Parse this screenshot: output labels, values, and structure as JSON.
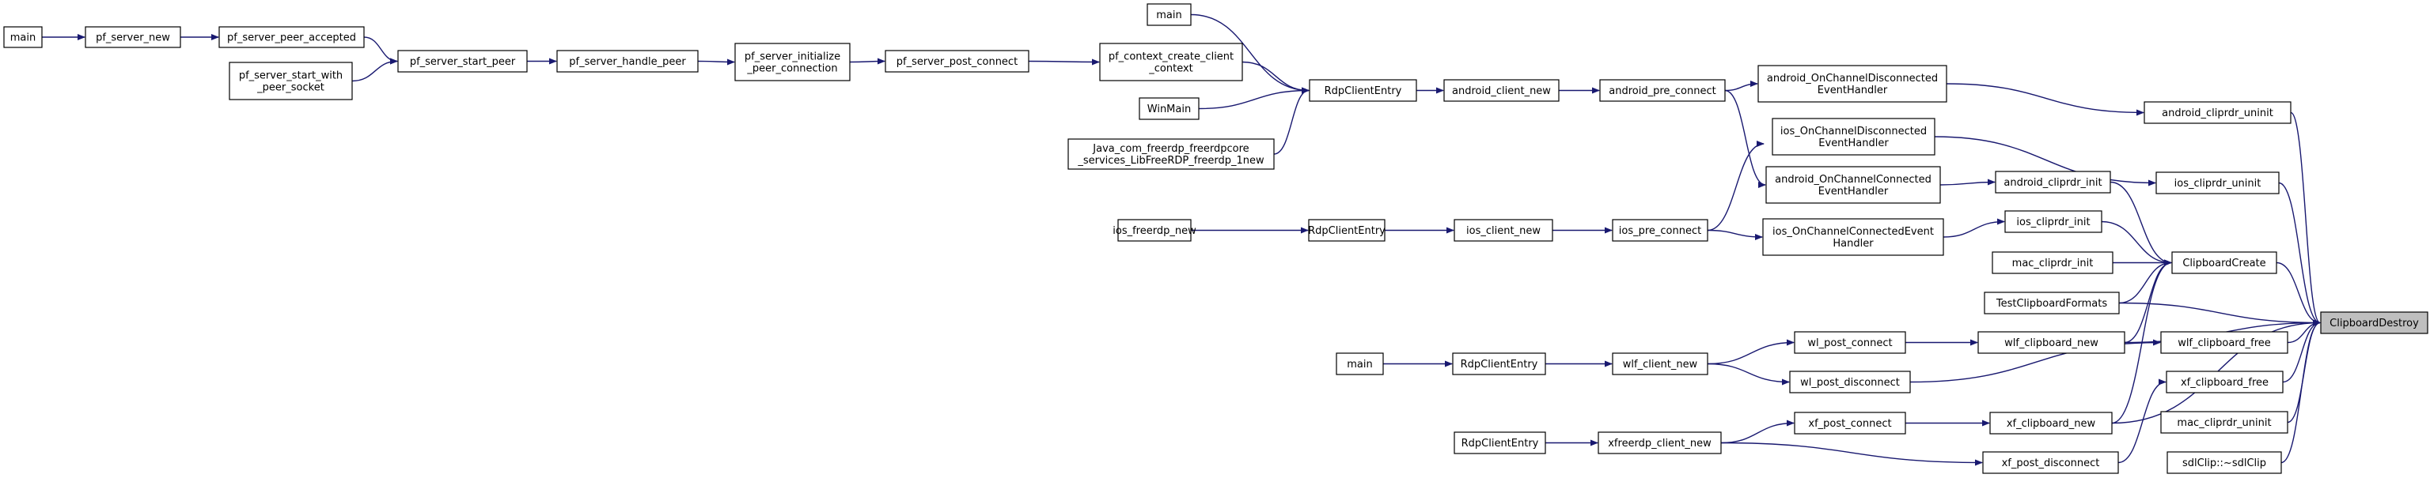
{
  "diagram": {
    "edge_color": "#191970",
    "highlight_fill": "#bfbfbf",
    "arrow_style": "filled-triangle",
    "nodes": [
      {
        "id": "n1",
        "lines": [
          "main"
        ]
      },
      {
        "id": "n2",
        "lines": [
          "pf_server_new"
        ]
      },
      {
        "id": "n3",
        "lines": [
          "pf_server_peer_accepted"
        ]
      },
      {
        "id": "n4",
        "lines": [
          "pf_server_start_with",
          "_peer_socket"
        ]
      },
      {
        "id": "n5",
        "lines": [
          "pf_server_start_peer"
        ]
      },
      {
        "id": "n6",
        "lines": [
          "pf_server_handle_peer"
        ]
      },
      {
        "id": "n7",
        "lines": [
          "pf_server_initialize",
          "_peer_connection"
        ]
      },
      {
        "id": "n8",
        "lines": [
          "pf_server_post_connect"
        ]
      },
      {
        "id": "n9",
        "lines": [
          "pf_context_create_client",
          "_context"
        ]
      },
      {
        "id": "n10",
        "lines": [
          "main"
        ]
      },
      {
        "id": "n11",
        "lines": [
          "WinMain"
        ]
      },
      {
        "id": "n12",
        "lines": [
          "Java_com_freerdp_freerdpcore",
          "_services_LibFreeRDP_freerdp_1new"
        ]
      },
      {
        "id": "n13",
        "lines": [
          "RdpClientEntry"
        ]
      },
      {
        "id": "n14",
        "lines": [
          "android_client_new"
        ]
      },
      {
        "id": "n15",
        "lines": [
          "android_pre_connect"
        ]
      },
      {
        "id": "n16",
        "lines": [
          "android_OnChannelDisconnected",
          "EventHandler"
        ]
      },
      {
        "id": "n17",
        "lines": [
          "ios_OnChannelDisconnected",
          "EventHandler"
        ]
      },
      {
        "id": "n18",
        "lines": [
          "android_OnChannelConnected",
          "EventHandler"
        ]
      },
      {
        "id": "n19",
        "lines": [
          "ios_freerdp_new"
        ]
      },
      {
        "id": "n20",
        "lines": [
          "RdpClientEntry"
        ]
      },
      {
        "id": "n21",
        "lines": [
          "ios_client_new"
        ]
      },
      {
        "id": "n22",
        "lines": [
          "ios_pre_connect"
        ]
      },
      {
        "id": "n23",
        "lines": [
          "ios_OnChannelConnectedEvent",
          "Handler"
        ]
      },
      {
        "id": "n24",
        "lines": [
          "android_cliprdr_uninit"
        ]
      },
      {
        "id": "n25",
        "lines": [
          "ios_cliprdr_uninit"
        ]
      },
      {
        "id": "n26",
        "lines": [
          "android_cliprdr_init"
        ]
      },
      {
        "id": "n27",
        "lines": [
          "ios_cliprdr_init"
        ]
      },
      {
        "id": "n28",
        "lines": [
          "mac_cliprdr_init"
        ]
      },
      {
        "id": "n29",
        "lines": [
          "ClipboardCreate"
        ]
      },
      {
        "id": "n30",
        "lines": [
          "TestClipboardFormats"
        ]
      },
      {
        "id": "n31",
        "lines": [
          "main"
        ]
      },
      {
        "id": "n32",
        "lines": [
          "RdpClientEntry"
        ]
      },
      {
        "id": "n33",
        "lines": [
          "wlf_client_new"
        ]
      },
      {
        "id": "n34",
        "lines": [
          "wl_post_connect"
        ]
      },
      {
        "id": "n35",
        "lines": [
          "wl_post_disconnect"
        ]
      },
      {
        "id": "n36",
        "lines": [
          "wlf_clipboard_new"
        ]
      },
      {
        "id": "n37",
        "lines": [
          "wlf_clipboard_free"
        ]
      },
      {
        "id": "n38",
        "lines": [
          "xf_clipboard_free"
        ]
      },
      {
        "id": "n39",
        "lines": [
          "RdpClientEntry"
        ]
      },
      {
        "id": "n40",
        "lines": [
          "xfreerdp_client_new"
        ]
      },
      {
        "id": "n41",
        "lines": [
          "xf_post_connect"
        ]
      },
      {
        "id": "n42",
        "lines": [
          "xf_post_disconnect"
        ]
      },
      {
        "id": "n43",
        "lines": [
          "xf_clipboard_new"
        ]
      },
      {
        "id": "n44",
        "lines": [
          "mac_cliprdr_uninit"
        ]
      },
      {
        "id": "n45",
        "lines": [
          "sdlClip::~sdlClip"
        ]
      },
      {
        "id": "n46",
        "lines": [
          "ClipboardDestroy"
        ],
        "highlight": true
      }
    ],
    "edges": [
      [
        "n1",
        "n2"
      ],
      [
        "n2",
        "n3"
      ],
      [
        "n3",
        "n5"
      ],
      [
        "n4",
        "n5"
      ],
      [
        "n5",
        "n6"
      ],
      [
        "n6",
        "n7"
      ],
      [
        "n7",
        "n8"
      ],
      [
        "n8",
        "n9"
      ],
      [
        "n9",
        "n13"
      ],
      [
        "n10",
        "n13"
      ],
      [
        "n11",
        "n13"
      ],
      [
        "n12",
        "n13"
      ],
      [
        "n13",
        "n14"
      ],
      [
        "n14",
        "n15"
      ],
      [
        "n15",
        "n16"
      ],
      [
        "n15",
        "n18"
      ],
      [
        "n16",
        "n24"
      ],
      [
        "n19",
        "n20"
      ],
      [
        "n20",
        "n21"
      ],
      [
        "n21",
        "n22"
      ],
      [
        "n22",
        "n17"
      ],
      [
        "n22",
        "n23"
      ],
      [
        "n17",
        "n25"
      ],
      [
        "n18",
        "n26"
      ],
      [
        "n23",
        "n27"
      ],
      [
        "n26",
        "n29"
      ],
      [
        "n27",
        "n29"
      ],
      [
        "n28",
        "n29"
      ],
      [
        "n30",
        "n29"
      ],
      [
        "n36",
        "n29"
      ],
      [
        "n43",
        "n29"
      ],
      [
        "n31",
        "n32"
      ],
      [
        "n32",
        "n33"
      ],
      [
        "n33",
        "n34"
      ],
      [
        "n33",
        "n35"
      ],
      [
        "n34",
        "n36"
      ],
      [
        "n35",
        "n37"
      ],
      [
        "n39",
        "n40"
      ],
      [
        "n40",
        "n41"
      ],
      [
        "n40",
        "n42"
      ],
      [
        "n41",
        "n43"
      ],
      [
        "n42",
        "n38"
      ],
      [
        "n24",
        "n46"
      ],
      [
        "n25",
        "n46"
      ],
      [
        "n29",
        "n46"
      ],
      [
        "n30",
        "n46"
      ],
      [
        "n36",
        "n46"
      ],
      [
        "n37",
        "n46"
      ],
      [
        "n38",
        "n46"
      ],
      [
        "n43",
        "n46"
      ],
      [
        "n44",
        "n46"
      ],
      [
        "n45",
        "n46"
      ]
    ]
  }
}
